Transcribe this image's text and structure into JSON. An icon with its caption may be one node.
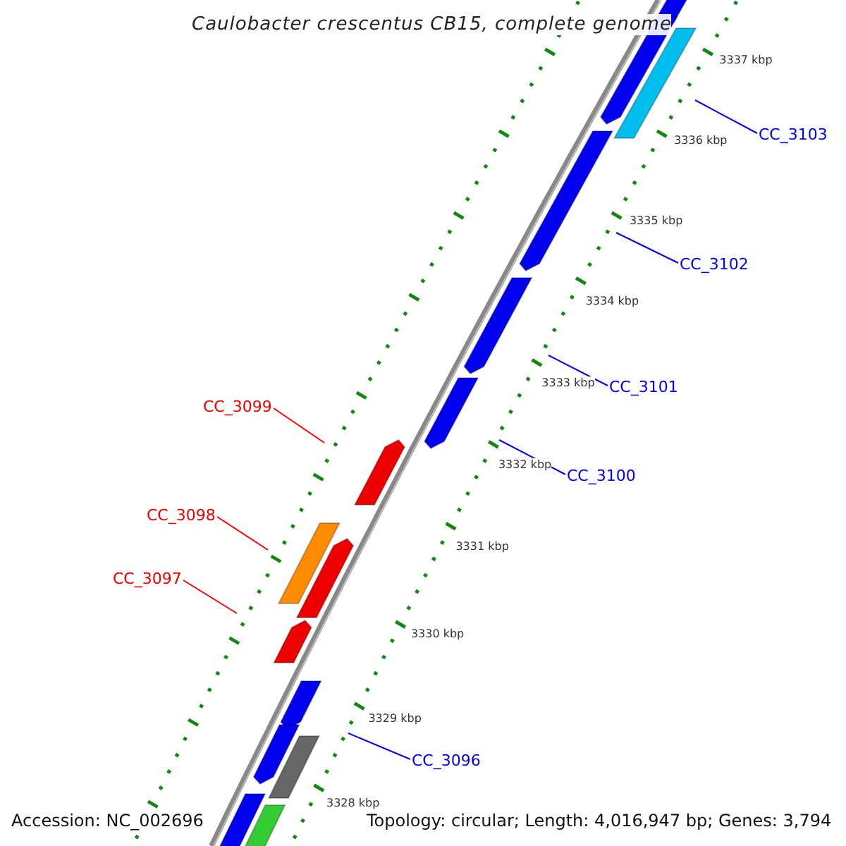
{
  "diagram": {
    "title": "Caulobacter crescentus CB15, complete genome",
    "nodes": [
      {
        "text": [
          "CC_3103"
        ]
      },
      {
        "text": [
          "CC_3102"
        ]
      },
      {
        "text": [
          "CC_3101"
        ]
      },
      {
        "text": [
          "CC_3099"
        ]
      },
      {
        "text": [
          "CC_3100"
        ]
      },
      {
        "text": [
          "CC_3098"
        ]
      },
      {
        "text": [
          "CC_3097"
        ]
      },
      {
        "text": [
          "CC_3096"
        ]
      }
    ],
    "edges": [
      {
        "from": 0,
        "to": null,
        "arrow": "none"
      },
      {
        "from": 1,
        "to": null,
        "arrow": "none"
      },
      {
        "from": 2,
        "to": null,
        "arrow": "none"
      },
      {
        "from": 3,
        "to": null,
        "arrow": "none",
        "color": "#ff0000"
      },
      {
        "from": 4,
        "to": null,
        "arrow": "none"
      },
      {
        "from": 5,
        "to": null,
        "arrow": "none",
        "color": "#ff0000"
      },
      {
        "from": 6,
        "to": null,
        "arrow": "none",
        "color": "#ff0000"
      },
      {
        "from": 7,
        "to": null,
        "arrow": "none"
      }
    ],
    "labels": [
      "3337 kbp",
      "3336 kbp",
      "3335 kbp",
      "3334 kbp",
      "3333 kbp",
      "3332 kbp",
      "3331 kbp",
      "3330 kbp",
      "3329 kbp",
      "3328 kbp",
      "Accession: NC_002696",
      "Topology: circular; Length: 4,016,947 bp; Genes: 3,794"
    ]
  }
}
